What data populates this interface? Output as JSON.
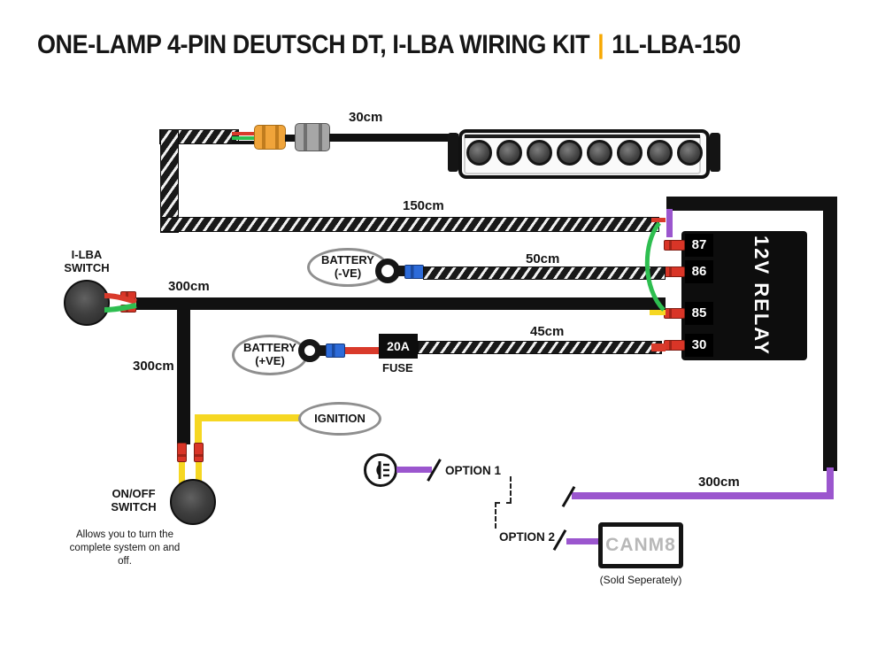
{
  "title": {
    "main": "ONE-LAMP 4-PIN DEUTSCH DT, I-LBA WIRING KIT",
    "separator": "|",
    "code": "1L-LBA-150"
  },
  "colors": {
    "accent": "#F7A800",
    "purple": "#9B56CE",
    "green": "#2EBE50",
    "red": "#D93A2B",
    "yellow": "#F6D722",
    "blue": "#2D6BD9"
  },
  "measurements": {
    "top_cable": "30cm",
    "main_cable": "150cm",
    "battery_negative_cable": "50cm",
    "battery_positive_cable": "45cm",
    "switch_cable": "300cm",
    "onoff_drop_cable": "300cm",
    "canm8_cable": "300cm"
  },
  "components": {
    "light_bar": {
      "lamp_count": 8
    },
    "relay": {
      "label": "12V RELAY",
      "pins": [
        "87",
        "86",
        "85",
        "30"
      ]
    },
    "battery_neg": {
      "line1": "BATTERY",
      "line2": "(-VE)"
    },
    "battery_pos": {
      "line1": "BATTERY",
      "line2": "(+VE)"
    },
    "fuse": {
      "rating": "20A",
      "label": "FUSE"
    },
    "ignition": {
      "label": "IGNITION"
    },
    "ilba_switch": {
      "line1": "I-LBA",
      "line2": "SWITCH"
    },
    "onoff_switch": {
      "line1": "ON/OFF",
      "line2": "SWITCH",
      "description": "Allows you to turn the complete system on and off."
    },
    "option1": {
      "label": "OPTION 1"
    },
    "option2": {
      "label": "OPTION 2"
    },
    "canm8": {
      "label": "CANM8",
      "note": "(Sold Seperately)"
    }
  }
}
